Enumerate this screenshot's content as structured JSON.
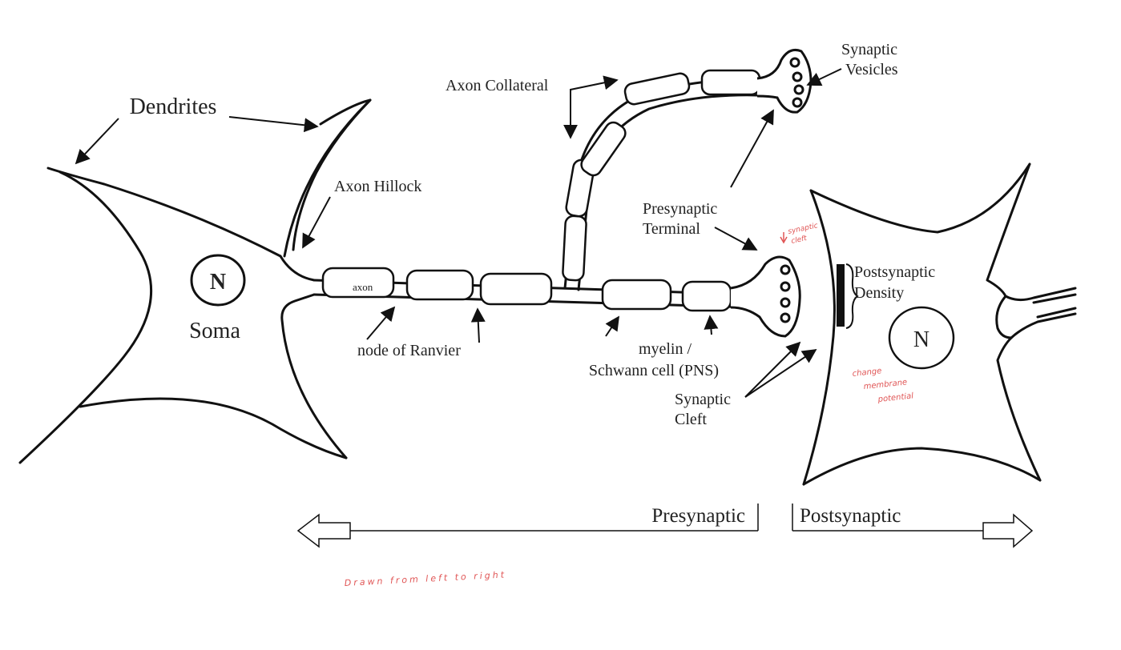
{
  "labels": {
    "dendrites": "Dendrites",
    "soma": "Soma",
    "nucleus_left": "N",
    "axon_hillock": "Axon Hillock",
    "axon": "axon",
    "node_of_ranvier": "node of Ranvier",
    "axon_collateral": "Axon Collateral",
    "synaptic_vesicles_1": "Synaptic",
    "synaptic_vesicles_2": "Vesicles",
    "presynaptic_terminal_1": "Presynaptic",
    "presynaptic_terminal_2": "Terminal",
    "myelin_1": "myelin /",
    "myelin_2": "Schwann cell (PNS)",
    "synaptic_cleft_1": "Synaptic",
    "synaptic_cleft_2": "Cleft",
    "postsynaptic_density_1": "Postsynaptic",
    "postsynaptic_density_2": "Density",
    "nucleus_right": "N",
    "presynaptic": "Presynaptic",
    "postsynaptic": "Postsynaptic"
  },
  "annotations": {
    "synaptic_cleft_note_1": "synaptic",
    "synaptic_cleft_note_2": "cleft",
    "membrane_note_1": "change",
    "membrane_note_2": "membrane",
    "membrane_note_3": "potential",
    "drawn_note": "Drawn from left to right"
  },
  "colors": {
    "ink": "#111111",
    "annotation": "#e05555"
  }
}
